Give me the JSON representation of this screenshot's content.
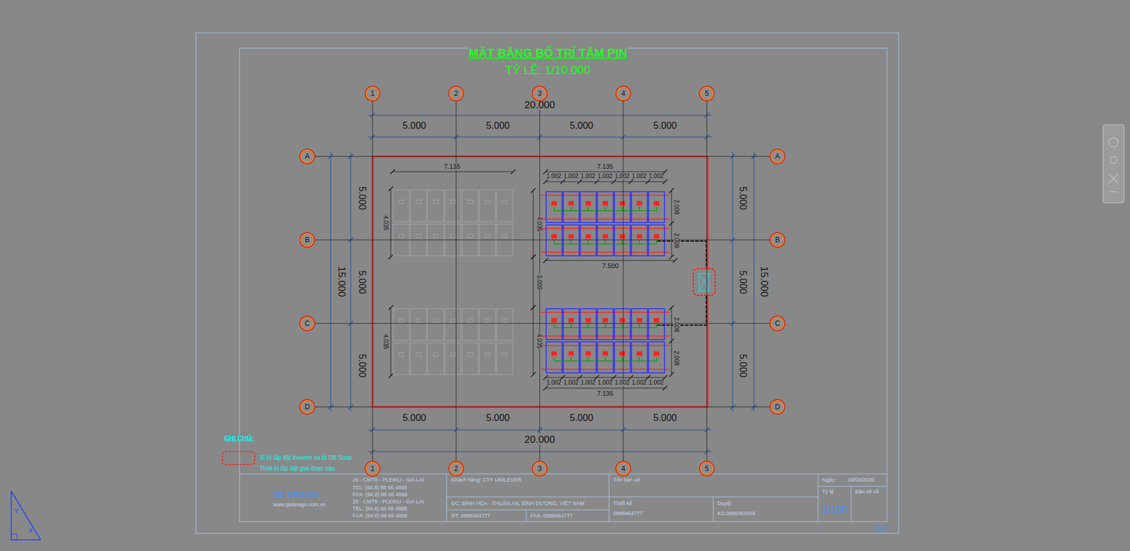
{
  "diagram": {
    "title": "MẶT BẰNG BỐ TRÍ TẤM PIN",
    "nodes": [
      {
        "text": [
          "1"
        ]
      },
      {
        "text": [
          "2"
        ]
      },
      {
        "text": [
          "3"
        ]
      },
      {
        "text": [
          "4"
        ]
      },
      {
        "text": [
          "5"
        ]
      },
      {
        "text": [
          "1"
        ]
      },
      {
        "text": [
          "2"
        ]
      },
      {
        "text": [
          "3"
        ]
      },
      {
        "text": [
          "4"
        ]
      },
      {
        "text": [
          "5"
        ]
      },
      {
        "text": [
          "A"
        ]
      },
      {
        "text": [
          "B"
        ]
      },
      {
        "text": [
          "C"
        ]
      },
      {
        "text": [
          "D"
        ]
      },
      {
        "text": [
          "A"
        ]
      },
      {
        "text": [
          "B"
        ]
      },
      {
        "text": [
          "C"
        ]
      },
      {
        "text": [
          "D"
        ]
      }
    ],
    "edges": [
      {
        "from": 0,
        "to": 5,
        "arrow": "none"
      },
      {
        "from": 1,
        "to": 6,
        "arrow": "none"
      },
      {
        "from": 2,
        "to": 7,
        "arrow": "none"
      },
      {
        "from": 3,
        "to": 8,
        "arrow": "none"
      },
      {
        "from": 4,
        "to": 9,
        "arrow": "none"
      },
      {
        "from": 10,
        "to": 14,
        "arrow": "none"
      },
      {
        "from": 11,
        "to": 15,
        "arrow": "none"
      },
      {
        "from": 12,
        "to": 16,
        "arrow": "none"
      },
      {
        "from": 13,
        "to": 17,
        "arrow": "none"
      }
    ],
    "labels": [
      "TỶ LỆ: 1/10.000",
      "20.000",
      "5.000",
      "5.000",
      "5.000",
      "5.000",
      "5.000",
      "5.000",
      "5.000",
      "5.000",
      "20.000",
      "15.000",
      "5.000",
      "5.000",
      "5.000",
      "5.000",
      "5.000",
      "5.000",
      "15.000",
      "7.135",
      "4.035",
      "4.035",
      "7.135",
      "1.002",
      "1.002",
      "1.002",
      "1.002",
      "1.002",
      "1.002",
      "1.002",
      "2.008",
      "2.008",
      "4.035",
      "7.500",
      "3.000",
      "4.035",
      "2.008",
      "2.008",
      "1.002",
      "1.002",
      "1.002",
      "1.002",
      "1.002",
      "1.002",
      "1.002",
      "7.135",
      "GHI CHÚ:",
      "28 - CMT8 - PLEIKU - GIA LAI",
      "TEL: (84.8) 88 66 4888",
      "FAX: (84.8) 88 66 4888",
      "28 - CMT8 - PLEIKU - GIA LAI",
      "TEL: (84.8) 88 66 4888",
      "FAX: (84.8) 88 66 4888",
      "GS DESIGN",
      "www.gsdesign.com.vn",
      "Khách hàng: CTY UNILEVER",
      "ĐC: BÌNH HÒA - THUẬN AN, BÌNH DƯƠNG, VIỆT NAM",
      "ĐT: 0888464777",
      "FAX: 0888464777",
      "Tên bản vẽ:",
      "Thiết kế",
      "0888464777",
      "Duyệt",
      "KS.0888464999",
      "Ngày:",
      "29/04/2020",
      "Tỷ lệ",
      "Bản vẽ số",
      "1/150",
      "A3",
      "Y",
      "X"
    ],
    "legend": [
      {
        "text": "Vị trí lắp đặt Inverter và tủ DB Solar"
      },
      {
        "text": "Thiết bị lắp đặt giai đoạn sau"
      }
    ]
  }
}
